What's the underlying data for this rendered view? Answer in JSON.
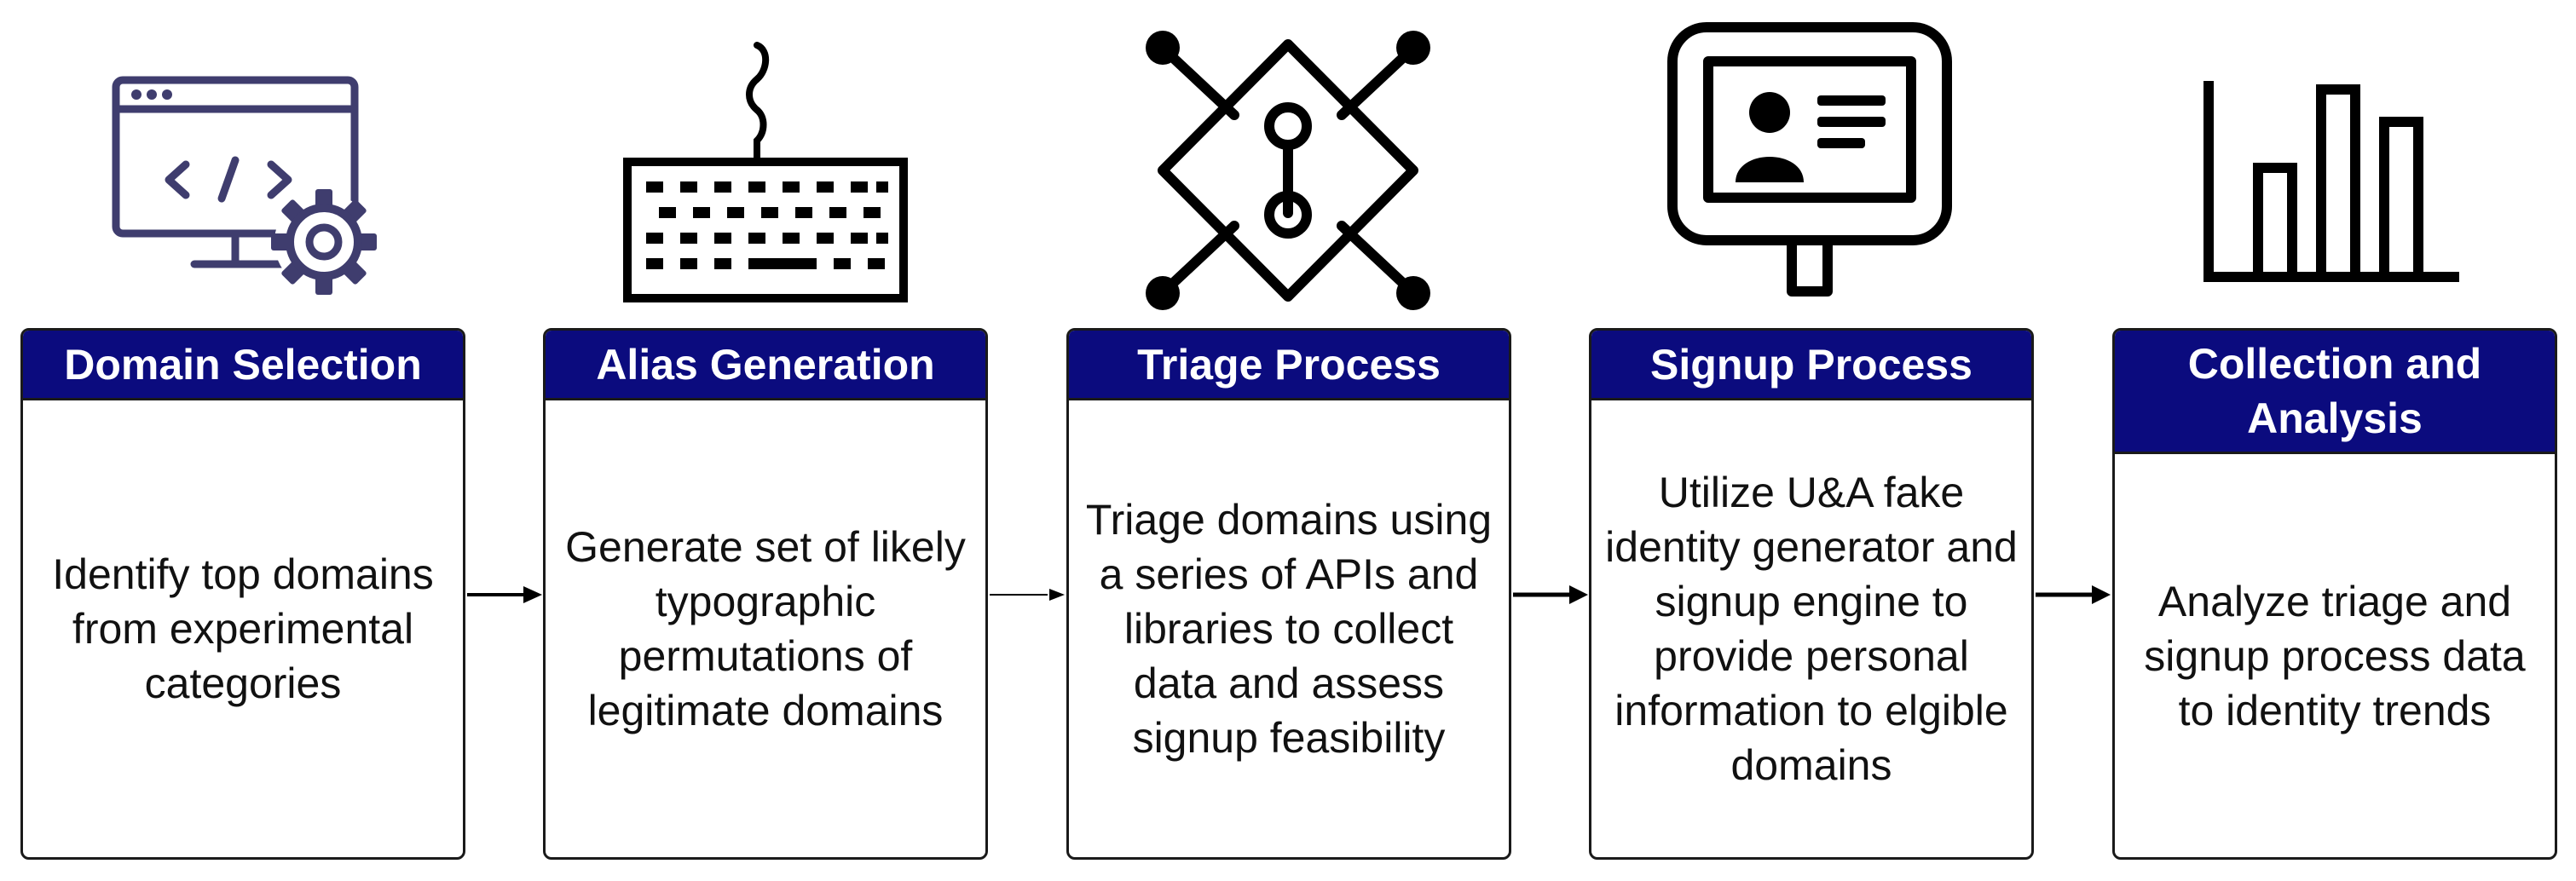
{
  "steps": [
    {
      "title": "Domain Selection",
      "body": "Identify top domains from experimental categories",
      "icon": "monitor-code-gear-icon"
    },
    {
      "title": "Alias Generation",
      "body": "Generate set of likely typographic permutations of legitimate domains",
      "icon": "keyboard-icon"
    },
    {
      "title": "Triage Process",
      "body": "Triage domains using a series of APIs and libraries to collect data and assess signup feasibility",
      "icon": "circuit-diamond-icon"
    },
    {
      "title": "Signup Process",
      "body": "Utilize U&A fake identity generator and signup engine to provide personal information to elgible domains",
      "icon": "monitor-profile-icon"
    },
    {
      "title": "Collection and Analysis",
      "body": "Analyze triage and signup process data to identity trends",
      "icon": "bar-chart-icon"
    }
  ],
  "colors": {
    "header_bg": "#0b0b7e",
    "header_text": "#ffffff",
    "border": "#1a1a1a",
    "icon_purple": "#3f3d6e"
  }
}
